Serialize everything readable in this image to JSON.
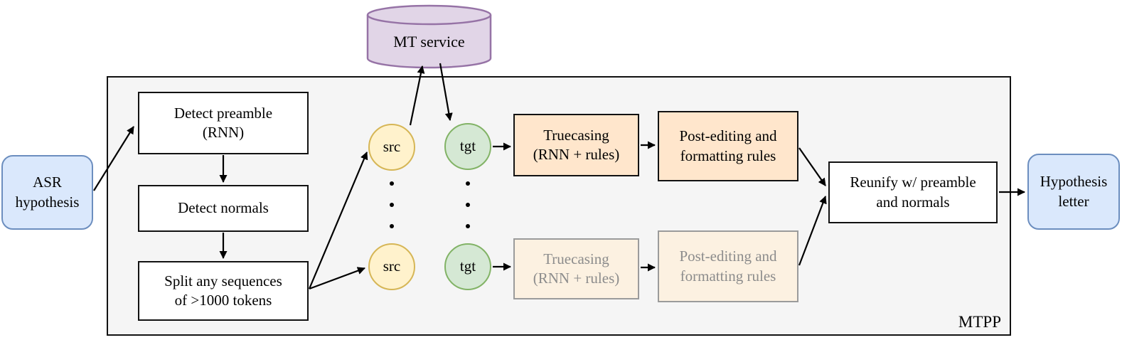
{
  "diagram": {
    "container_label": "MTPP",
    "nodes": {
      "asr": {
        "label": "ASR\nhypothesis"
      },
      "mt_service": {
        "label": "MT service"
      },
      "detect_preamble": {
        "label": "Detect preamble\n(RNN)"
      },
      "detect_normals": {
        "label": "Detect normals"
      },
      "split_sequences": {
        "label": "Split any sequences\nof >1000 tokens"
      },
      "src_top": {
        "label": "src"
      },
      "src_bottom": {
        "label": "src"
      },
      "tgt_top": {
        "label": "tgt"
      },
      "tgt_bottom": {
        "label": "tgt"
      },
      "truecasing_active": {
        "label": "Truecasing\n(RNN + rules)"
      },
      "postediting_active": {
        "label": "Post-editing and\nformatting rules"
      },
      "truecasing_faded": {
        "label": "Truecasing\n(RNN + rules)"
      },
      "postediting_faded": {
        "label": "Post-editing and\nformatting rules"
      },
      "reunify": {
        "label": "Reunify w/ preamble\nand normals"
      },
      "hypothesis": {
        "label": "Hypothesis\nletter"
      }
    },
    "colors": {
      "blue_fill": "#dae8fc",
      "blue_stroke": "#6c8ebf",
      "yellow_fill": "#fff2cc",
      "yellow_stroke": "#d6b656",
      "green_fill": "#d5e8d4",
      "green_stroke": "#82b366",
      "purple_fill": "#e1d5e7",
      "purple_stroke": "#9673a6",
      "orange_fill": "#ffe6cc",
      "orange_stroke": "#121212",
      "faded_orange_fill": "#fcf1e1",
      "faded_orange_stroke": "#9b9b9b",
      "faded_text": "#8c8c8c",
      "container_fill": "#f5f5f5",
      "container_stroke": "#121212",
      "arrow_color": "#000000"
    }
  }
}
